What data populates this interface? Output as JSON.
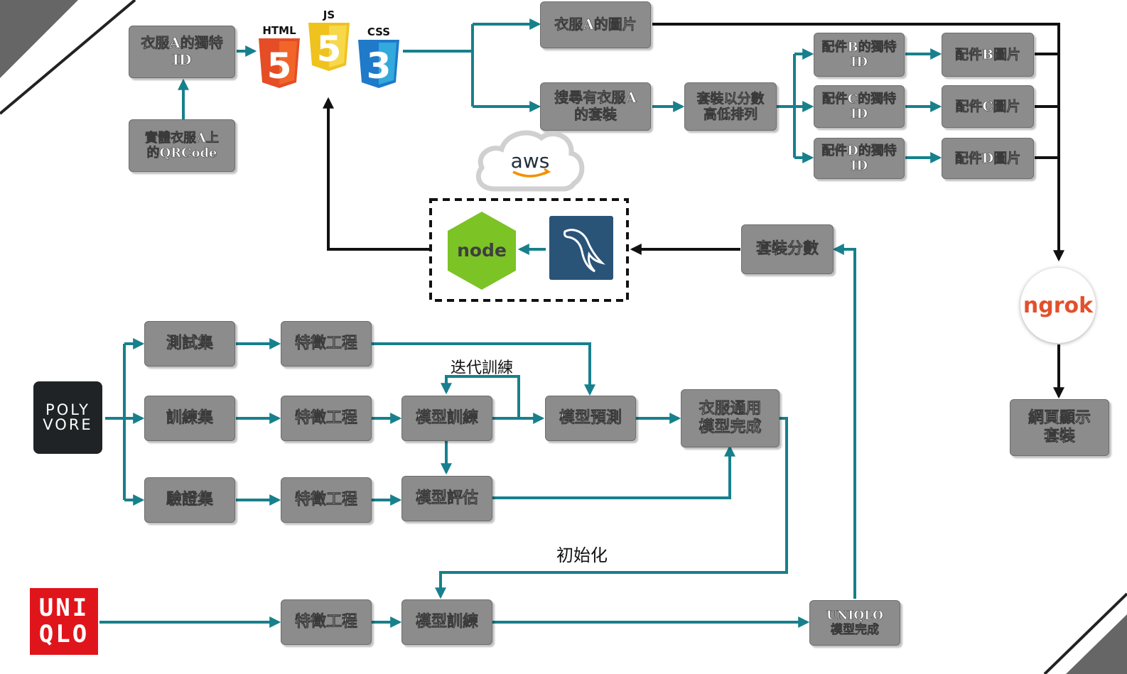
{
  "nodes": {
    "clothA_id": "衣服A的獨特\nID",
    "qrcode": "實體衣服A上\n的QRCode",
    "clothA_img": "衣服A的圖片",
    "search_outfits": "搜尋有衣服A\n的套裝",
    "sort_outfits": "套裝以分數\n高低排列",
    "accB_id": "配件B的獨特\nID",
    "accC_id": "配件C的獨特\nID",
    "accD_id": "配件D的獨特\nID",
    "accB_img": "配件B圖片",
    "accC_img": "配件C圖片",
    "accD_img": "配件D圖片",
    "outfit_score": "套裝分數",
    "web_display": "網頁顯示\n套裝",
    "test_set": "測試集",
    "train_set": "訓練集",
    "valid_set": "驗證集",
    "fe_test": "特徵工程",
    "fe_train": "特徵工程",
    "fe_valid": "特徵工程",
    "fe_uniqlo": "特徵工程",
    "model_train": "模型訓練",
    "model_predict": "模型預測",
    "model_eval": "模型評估",
    "general_done": "衣服通用\n模型完成",
    "model_train_uniqlo": "模型訓練",
    "uniqlo_done": "UNIQLO\n模型完成"
  },
  "labels": {
    "iterative": "迭代訓練",
    "init": "初始化"
  },
  "logos": {
    "html_text": "HTML",
    "html_num": "5",
    "js_text": "JS",
    "js_num": "5",
    "css_text": "CSS",
    "css_num": "3",
    "aws": "aws",
    "node": "node",
    "ngrok": "ngrok",
    "polyvore_1": "POLY",
    "polyvore_2": "VORE",
    "uniqlo_1": "UNI",
    "uniqlo_2": "QLO"
  },
  "colors": {
    "teal": "#17808c",
    "black": "#111111",
    "node_fill": "#8c8c8c",
    "html_orange": "#e44d26",
    "js_yellow": "#f0c21e",
    "css_blue": "#1f7ac9",
    "node_green": "#7cc325",
    "mysql_blue": "#2a5378",
    "uniqlo_red": "#e0151b",
    "ngrok_orange": "#e3502b"
  }
}
